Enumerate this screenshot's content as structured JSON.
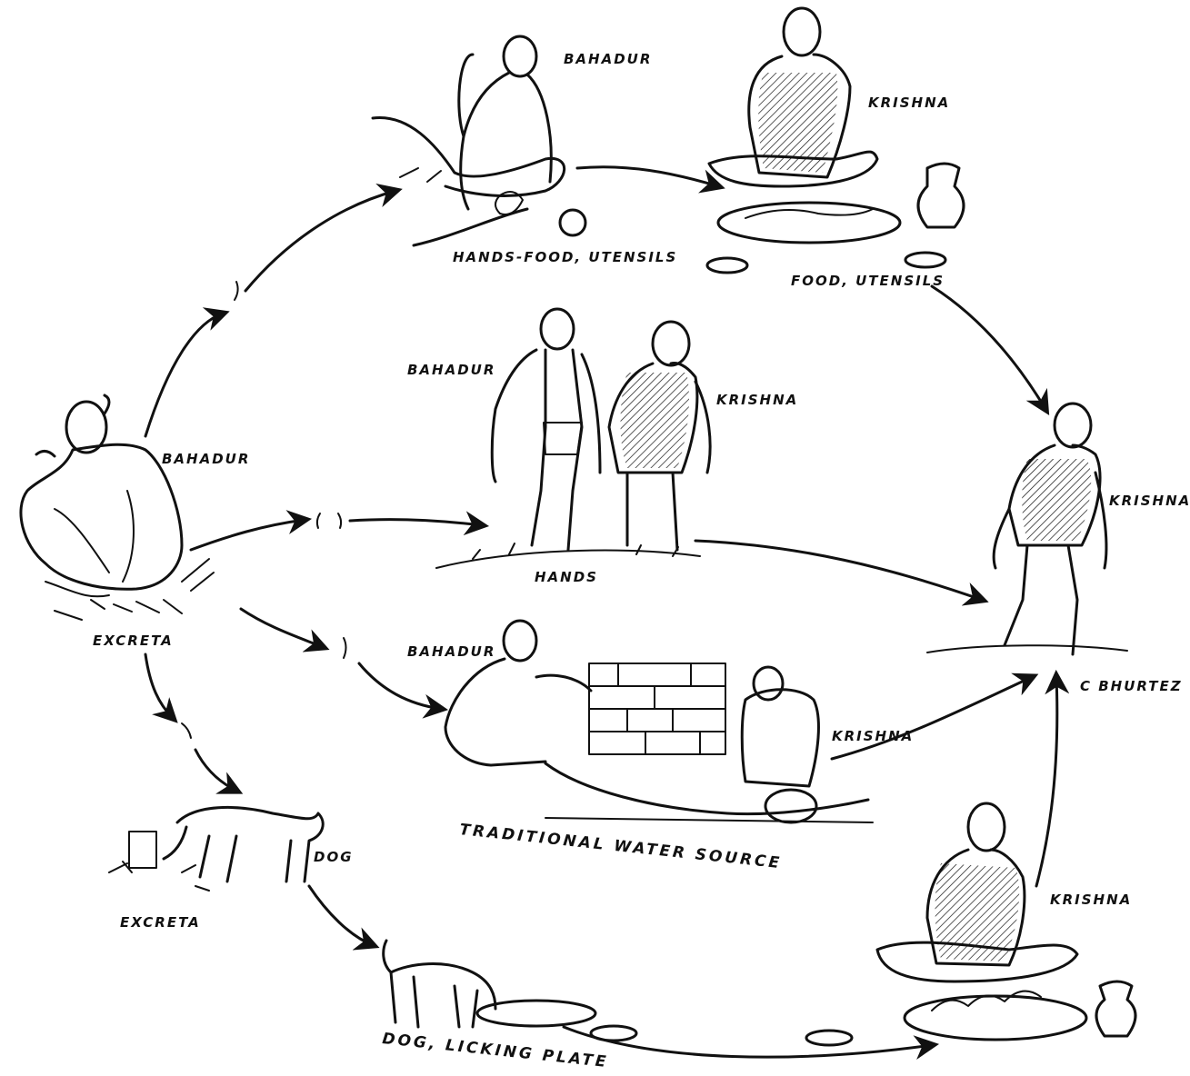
{
  "labels": {
    "bahadur_top": "BAHADUR",
    "krishna_top": "KRISHNA",
    "hands_food_utensils": "HANDS-FOOD, UTENSILS",
    "food_utensils": "FOOD, UTENSILS",
    "bahadur_middle": "BAHADUR",
    "krishna_middle": "KRISHNA",
    "hands": "HANDS",
    "bahadur_left": "BAHADUR",
    "excreta_left": "EXCRETA",
    "krishna_right": "KRISHNA",
    "bahadur_water": "BAHADUR",
    "krishna_water": "KRISHNA",
    "traditional_water_source": "TRADITIONAL WATER SOURCE",
    "signature": "C BHURTEZ",
    "excreta_dog": "EXCRETA",
    "dog": "DOG",
    "dog_licking_plate": "DOG, LICKING PLATE",
    "krishna_bottom": "KRISHNA"
  }
}
